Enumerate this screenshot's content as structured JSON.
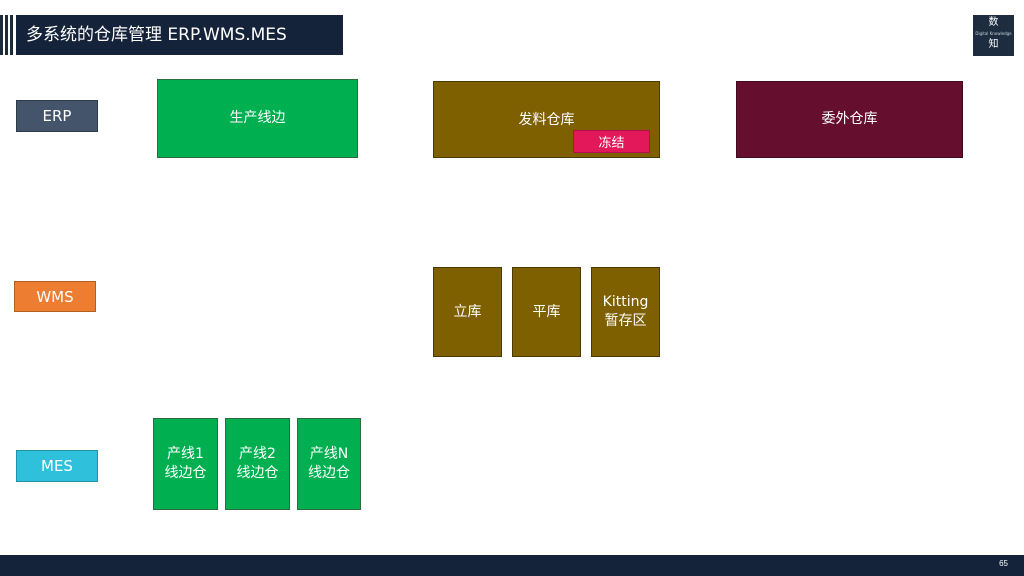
{
  "title": "多系统的仓库管理 ERP.WMS.MES",
  "logo": {
    "top": "数",
    "small": "Digital Knowledge",
    "bottom": "知"
  },
  "systems": {
    "erp": "ERP",
    "wms": "WMS",
    "mes": "MES"
  },
  "erp_boxes": {
    "production_line_side": "生产线边",
    "issuing_warehouse": "发料仓库",
    "frozen_tag": "冻结",
    "outsourced_warehouse": "委外仓库"
  },
  "wms_boxes": {
    "vertical_store": "立库",
    "flat_store": "平库",
    "kitting_line1": "Kitting",
    "kitting_line2": "暂存区"
  },
  "mes_boxes": [
    {
      "line1": "产线1",
      "line2": "线边仓"
    },
    {
      "line1": "产线2",
      "line2": "线边仓"
    },
    {
      "line1": "产线N",
      "line2": "线边仓"
    }
  ],
  "footer": {
    "page_number": "65"
  },
  "colors": {
    "erp_label": "#44546a",
    "wms_label": "#ed7d31",
    "mes_label": "#2fc0dc",
    "green": "#00b050",
    "brown": "#7f6000",
    "maroon": "#660e2e",
    "frozen": "#e2185b",
    "navy": "#14233a"
  }
}
